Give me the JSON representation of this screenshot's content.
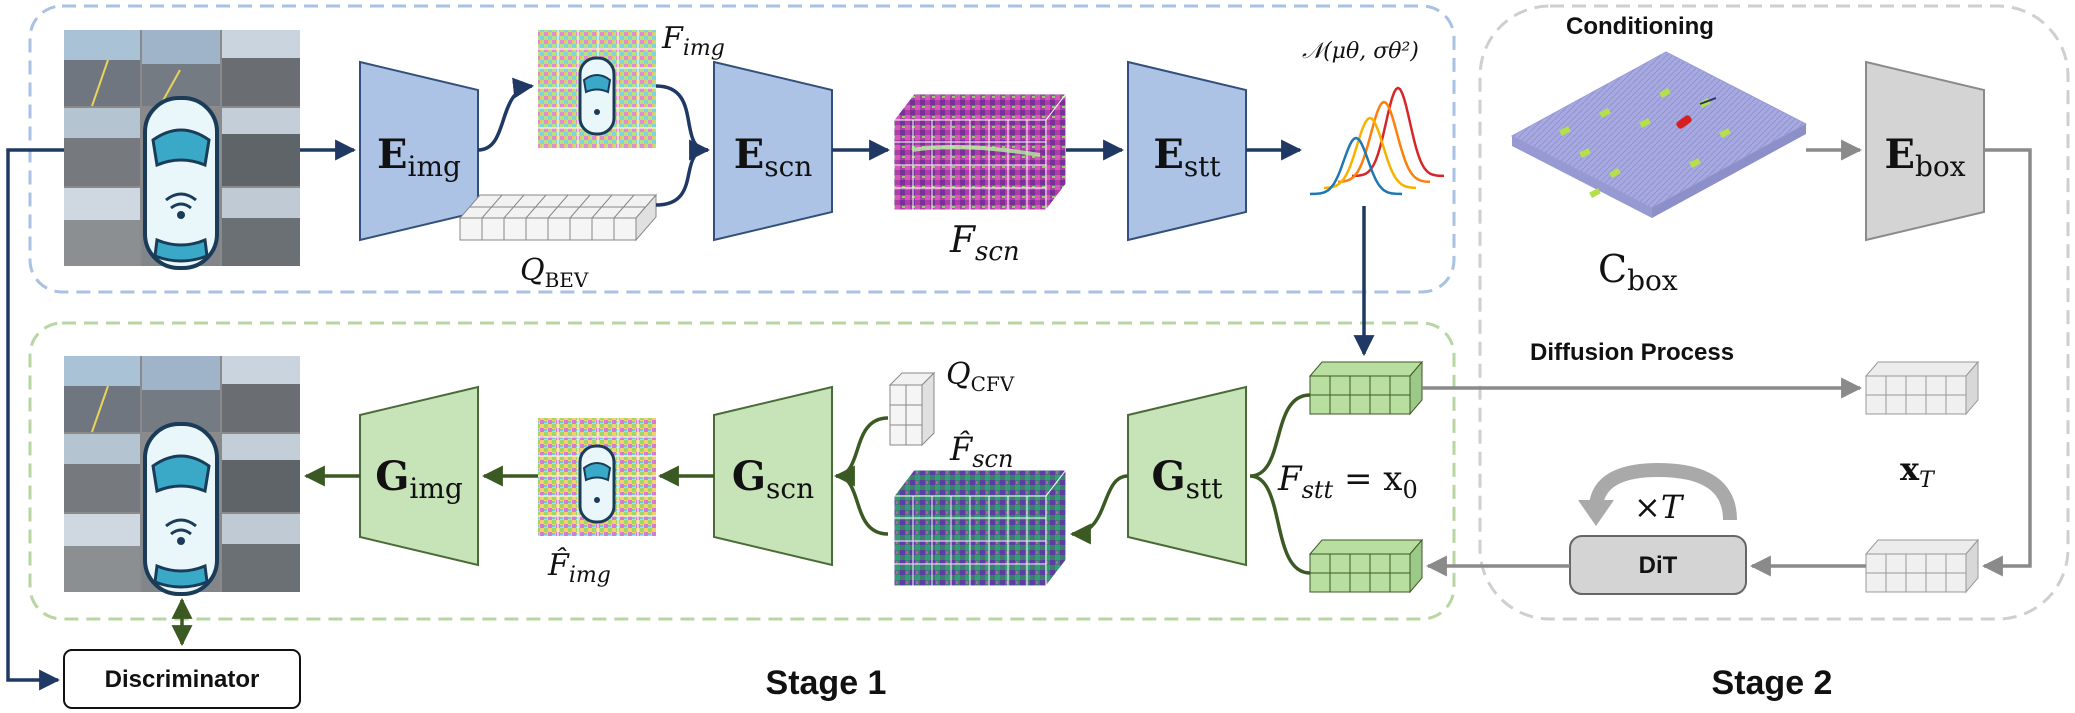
{
  "colors": {
    "stage1_border": "#a9c1e2",
    "stage1_lower_border": "#b7d6a1",
    "stage2_border": "#cfcfcf",
    "encoder_fill": "#adc3e6",
    "encoder_stroke": "#33507a",
    "decoder_fill": "#c7e3b8",
    "decoder_stroke": "#4a6b37",
    "box_fill": "#d4d4d4",
    "blue_arrow": "#1f3864",
    "green_arrow": "#3b5a23",
    "gray_arrow": "#8a8a8a",
    "gaussian_curves": [
      "#d62728",
      "#ff7f0e",
      "#f5b300",
      "#1f77b4"
    ]
  },
  "icons": {
    "car": "car-wifi-icon",
    "camera_views": "street-camera-views",
    "feature_map": "feature-grid-icon",
    "gaussian": "gaussian-curves-icon",
    "cycle_arrow": "curved-loop-arrow-icon"
  },
  "labels": {
    "E_img": {
      "main": "E",
      "sub": "img"
    },
    "E_scn": {
      "main": "E",
      "sub": "scn"
    },
    "E_stt": {
      "main": "E",
      "sub": "stt"
    },
    "E_box": {
      "main": "E",
      "sub": "box"
    },
    "G_img": {
      "main": "G",
      "sub": "img"
    },
    "G_scn": {
      "main": "G",
      "sub": "scn"
    },
    "G_stt": {
      "main": "G",
      "sub": "stt"
    },
    "F_img": {
      "main": "F",
      "sub": "img"
    },
    "F_img_hat": {
      "main": "F̂",
      "sub": "img"
    },
    "F_scn": {
      "main": "F",
      "sub": "scn"
    },
    "F_scn_hat": {
      "main": "F̂",
      "sub": "scn"
    },
    "Q_BEV": {
      "main": "Q",
      "sub": "BEV"
    },
    "Q_CFV": {
      "main": "Q",
      "sub": "CFV"
    },
    "normal_dist": "𝒩(μθ, σθ²)",
    "F_stt_eq": {
      "main": "F",
      "sub": "stt",
      "rhs": " = x",
      "rhs_sub": "0"
    },
    "x_T": {
      "main": "x",
      "sub": "T"
    },
    "C_box": {
      "main": "C",
      "sub": "box"
    },
    "times_T": "×T",
    "conditioning": "Conditioning",
    "diffusion_process": "Diffusion Process",
    "dit": "DiT",
    "discriminator": "Discriminator",
    "stage1": "Stage 1",
    "stage2": "Stage 2"
  }
}
